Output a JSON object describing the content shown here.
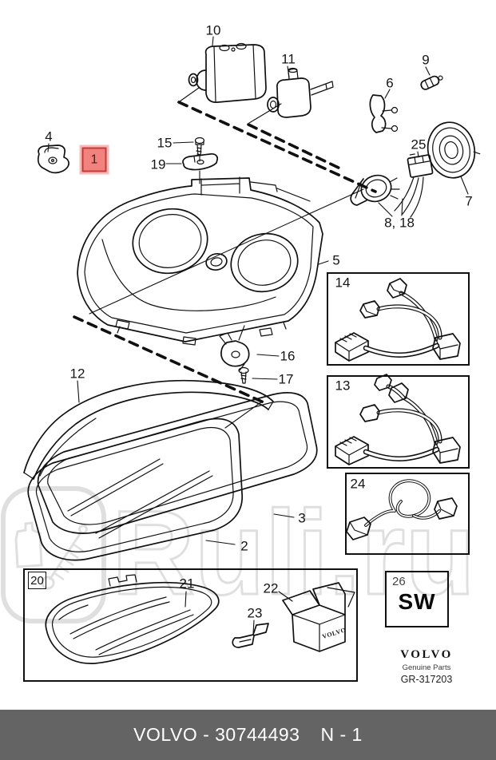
{
  "diagram_type": "exploded-parts-diagram",
  "highlighted_callout": "1",
  "callouts": {
    "1": "1",
    "2": "2",
    "3": "3",
    "4": "4",
    "5": "5",
    "6": "6",
    "7": "7",
    "8_18": "8, 18",
    "9": "9",
    "10": "10",
    "11": "11",
    "12": "12",
    "15": "15",
    "16": "16",
    "17": "17",
    "19": "19",
    "21": "21",
    "22": "22",
    "23": "23",
    "25": "25"
  },
  "insets": {
    "box14": {
      "label": "14"
    },
    "box13": {
      "label": "13"
    },
    "box24": {
      "label": "24"
    },
    "box20": {
      "label": "20",
      "carton_brand": "VOLVO"
    },
    "box26": {
      "label": "26",
      "code": "SW"
    }
  },
  "brand_block": {
    "name": "VOLVO",
    "subtitle": "Genuine Parts",
    "reference": "GR-317203"
  },
  "footer": {
    "catalog": "VOLVO - 30744493",
    "page": "N - 1"
  },
  "watermark": {
    "text": "Ruli.ru"
  },
  "colors": {
    "highlight_fill": "#f2827d",
    "highlight_border": "#c23b36",
    "footer_background": "#646464",
    "watermark_gray": "#dfdfdf",
    "line": "#101010"
  }
}
